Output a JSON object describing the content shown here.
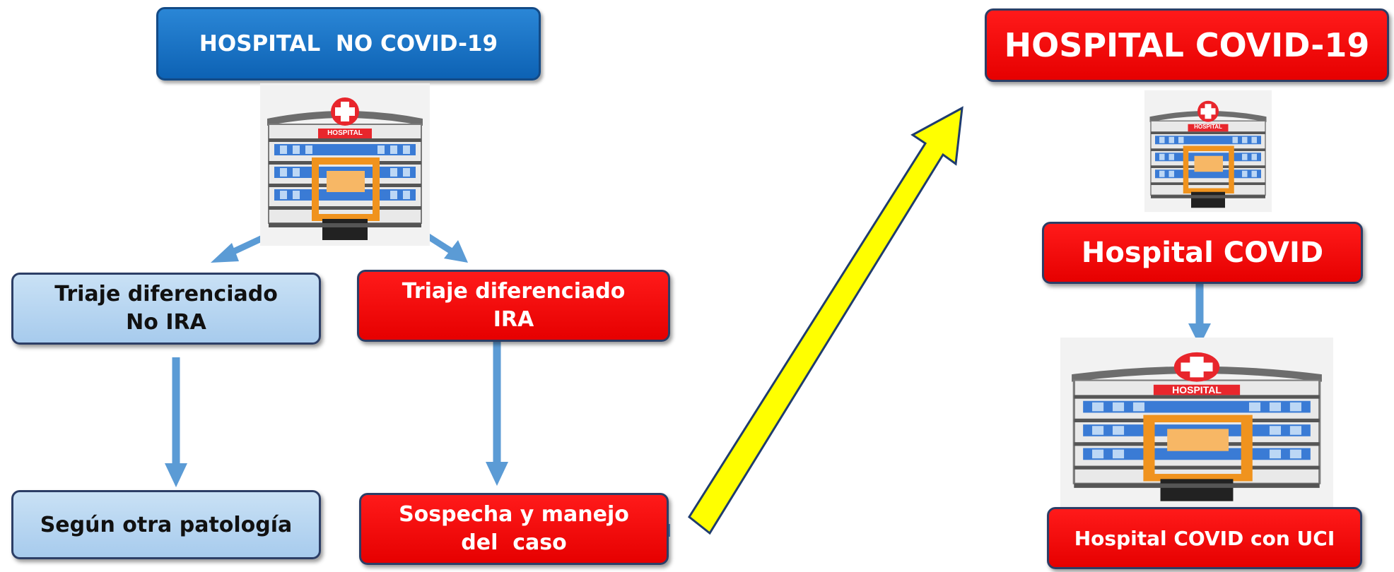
{
  "left": {
    "title": "HOSPITAL  NO COVID-19",
    "triage_no_ira": {
      "line1": "Triaje diferenciado",
      "line2": "No IRA"
    },
    "triage_ira": {
      "line1": "Triaje diferenciado",
      "line2": "IRA"
    },
    "other_pathology": "Según otra patología",
    "suspicion": {
      "line1": "Sospecha y manejo",
      "line2": "del  caso"
    }
  },
  "right": {
    "title": "HOSPITAL COVID-19",
    "hospital_covid": "Hospital COVID",
    "hospital_covid_uci": "Hospital COVID con UCI"
  },
  "hospital_sign": "HOSPITAL",
  "colors": {
    "blue_title": "#0d62b4",
    "red_box": "#ff0000",
    "light_blue_box": "#a7cbed",
    "arrow_blue": "#5b9bd5",
    "arrow_yellow": "#ffff00"
  }
}
